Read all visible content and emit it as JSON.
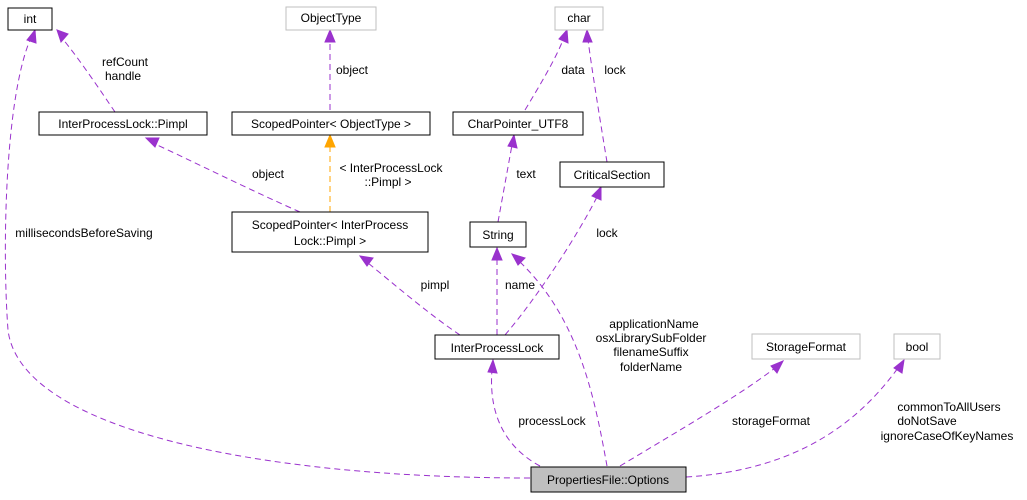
{
  "colors": {
    "member_edge": "#9a32cd",
    "template_edge": "#ffa500",
    "node_border": "#000000",
    "undocumented_border": "#bfbfbf",
    "focus_fill": "#bfbfbf"
  },
  "nodes": {
    "int": "int",
    "object_type": "ObjectType",
    "char": "char",
    "ipl_pimpl": "InterProcessLock::Pimpl",
    "scoped_pointer_objecttype": "ScopedPointer< ObjectType >",
    "char_pointer_utf8": "CharPointer_UTF8",
    "critical_section": "CriticalSection",
    "scoped_pointer_ipl_line1": "ScopedPointer< InterProcess",
    "scoped_pointer_ipl_line2": "Lock::Pimpl >",
    "string": "String",
    "inter_process_lock": "InterProcessLock",
    "storage_format": "StorageFormat",
    "bool": "bool",
    "properties_file_options": "PropertiesFile::Options"
  },
  "edge_labels": {
    "refcount": "refCount",
    "handle": "handle",
    "object_top": "object",
    "data": "data",
    "lock_top": "lock",
    "object_mid": "object",
    "template_line1": "< InterProcessLock",
    "template_line2": "::Pimpl >",
    "text": "text",
    "milliseconds": "millisecondsBeforeSaving",
    "lock_mid": "lock",
    "pimpl": "pimpl",
    "name": "name",
    "app_name": "applicationName",
    "osx_folder": "osxLibrarySubFolder",
    "filename_suffix": "filenameSuffix",
    "folder_name": "folderName",
    "process_lock": "processLock",
    "storage_format": "storageFormat",
    "common_to_all": "commonToAllUsers",
    "do_not_save": "doNotSave",
    "ignore_case": "ignoreCaseOfKeyNames"
  }
}
